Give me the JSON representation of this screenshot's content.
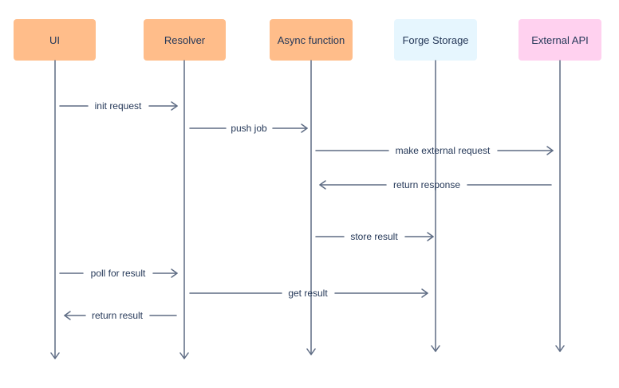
{
  "participants": [
    {
      "label": "UI",
      "color": "#ffbd8a"
    },
    {
      "label": "Resolver",
      "color": "#ffbd8a"
    },
    {
      "label": "Async function",
      "color": "#ffbd8a"
    },
    {
      "label": "Forge Storage",
      "color": "#e6f6fe"
    },
    {
      "label": "External API",
      "color": "#ffd1ef"
    }
  ],
  "messages": [
    {
      "label": "init request",
      "from": "UI",
      "to": "Resolver"
    },
    {
      "label": "push job",
      "from": "Resolver",
      "to": "Async function"
    },
    {
      "label": "make external request",
      "from": "Async function",
      "to": "External API"
    },
    {
      "label": "return response",
      "from": "External API",
      "to": "Async function"
    },
    {
      "label": "store result",
      "from": "Async function",
      "to": "Forge Storage"
    },
    {
      "label": "poll for result",
      "from": "UI",
      "to": "Resolver"
    },
    {
      "label": "get result",
      "from": "Resolver",
      "to": "Forge Storage"
    },
    {
      "label": "return result",
      "from": "Resolver",
      "to": "UI"
    }
  ],
  "line_color": "#5e6c84"
}
